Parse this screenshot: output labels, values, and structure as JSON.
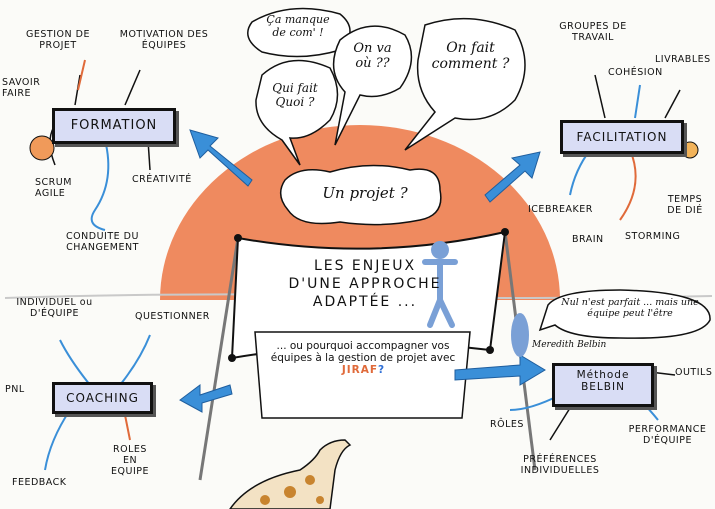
{
  "speech_bubbles": {
    "communication": "Ça manque de com' !",
    "who": "Qui fait Quoi ?",
    "where": "On va où ??",
    "how": "On fait comment ?"
  },
  "project_banner": "Un projet ?",
  "central": {
    "title_line1": "LES ENJEUX",
    "title_line2": "D'UNE APPROCHE",
    "title_line3": "ADAPTÉE ...",
    "subtitle": "... ou pourquoi accompagner vos équipes à la gestion de projet avec",
    "brand": "JIRAF",
    "brand_mark": "?"
  },
  "formation": {
    "label": "FORMATION",
    "branches": [
      "GESTION DE PROJET",
      "MOTIVATION DES ÉQUIPES",
      "SAVOIR FAIRE",
      "SCRUM AGILE",
      "CRÉATIVITÉ",
      "CONDUITE DU CHANGEMENT"
    ]
  },
  "facilitation": {
    "label": "FACILITATION",
    "branches": [
      "GROUPES DE TRAVAIL",
      "COHÉSION",
      "LIVRABLES",
      "ICEBREAKER",
      "TEMPS DE DIÉ",
      "BRAIN",
      "STORMING"
    ]
  },
  "coaching": {
    "label": "COACHING",
    "branches": [
      "INDIVIDUEL ou D'ÉQUIPE",
      "QUESTIONNER",
      "PNL",
      "FEEDBACK",
      "ROLES EN EQUIPE"
    ]
  },
  "belbin": {
    "label_line1": "Méthode",
    "label_line2": "BELBIN",
    "quote": "Nul n'est parfait ... mais une équipe peut l'être",
    "author": "Meredith Belbin",
    "branches": [
      "OUTILS",
      "RÔLES",
      "PERFORMANCE D'ÉQUIPE",
      "PRÉFÉRENCES INDIVIDUELLES"
    ]
  },
  "colors": {
    "sun": "#ef8a5f",
    "arrow_blue": "#3a8fd8",
    "box_fill": "#d9ddf5",
    "ink": "#111111",
    "orange_accent": "#e06a3a"
  }
}
